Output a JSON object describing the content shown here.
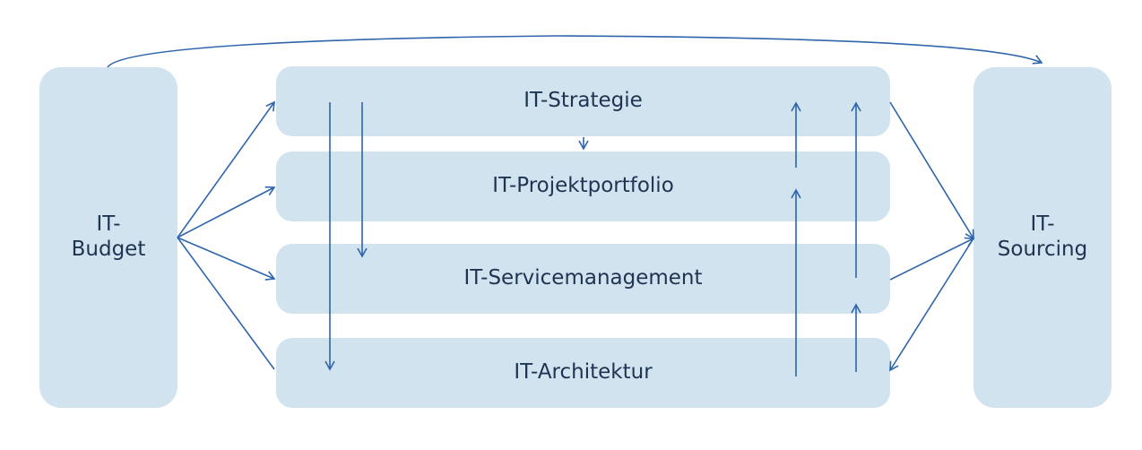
{
  "diagram": {
    "left_box": {
      "line1": "IT-",
      "line2": "Budget"
    },
    "right_box": {
      "line1": "IT-",
      "line2": "Sourcing"
    },
    "layers": [
      {
        "label": "IT-Strategie"
      },
      {
        "label": "IT-Projektportfolio"
      },
      {
        "label": "IT-Servicemanagement"
      },
      {
        "label": "IT-Architektur"
      }
    ],
    "colors": {
      "box_fill": "#d0e3ee",
      "arrow": "#2e65ad",
      "text": "#1d3452"
    }
  }
}
